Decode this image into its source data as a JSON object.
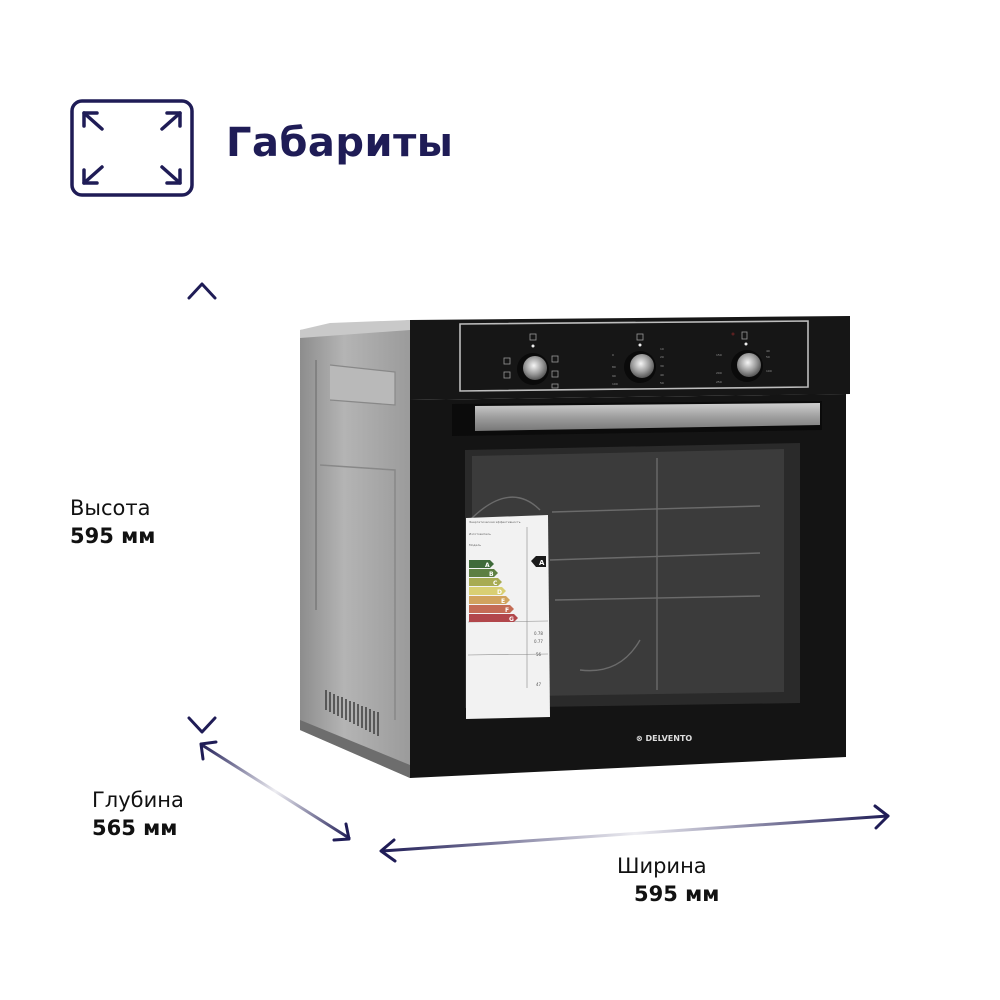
{
  "header": {
    "icon": "expand-arrows-icon",
    "title": "Габариты"
  },
  "dimensions": {
    "height": {
      "label": "Высота",
      "value": "595 мм"
    },
    "depth": {
      "label": "Глубина",
      "value": "565 мм"
    },
    "width": {
      "label": "Ширина",
      "value": "595 мм"
    }
  },
  "product": {
    "type": "built-in oven",
    "brand": "DELVENTO",
    "energy_label": {
      "class": "A",
      "scale": [
        "A",
        "B",
        "C",
        "D",
        "E",
        "F",
        "G"
      ],
      "scale_colors": [
        "#3f6a3a",
        "#5d7f42",
        "#a8ab52",
        "#d9cf73",
        "#d1a35e",
        "#c46c55",
        "#b2474b"
      ],
      "values": [
        "0.78",
        "0.77",
        "56",
        "47"
      ]
    }
  },
  "colors": {
    "accent": "#1f1c56",
    "oven_body": "#141414",
    "side_panel": "#a9a9a9"
  }
}
